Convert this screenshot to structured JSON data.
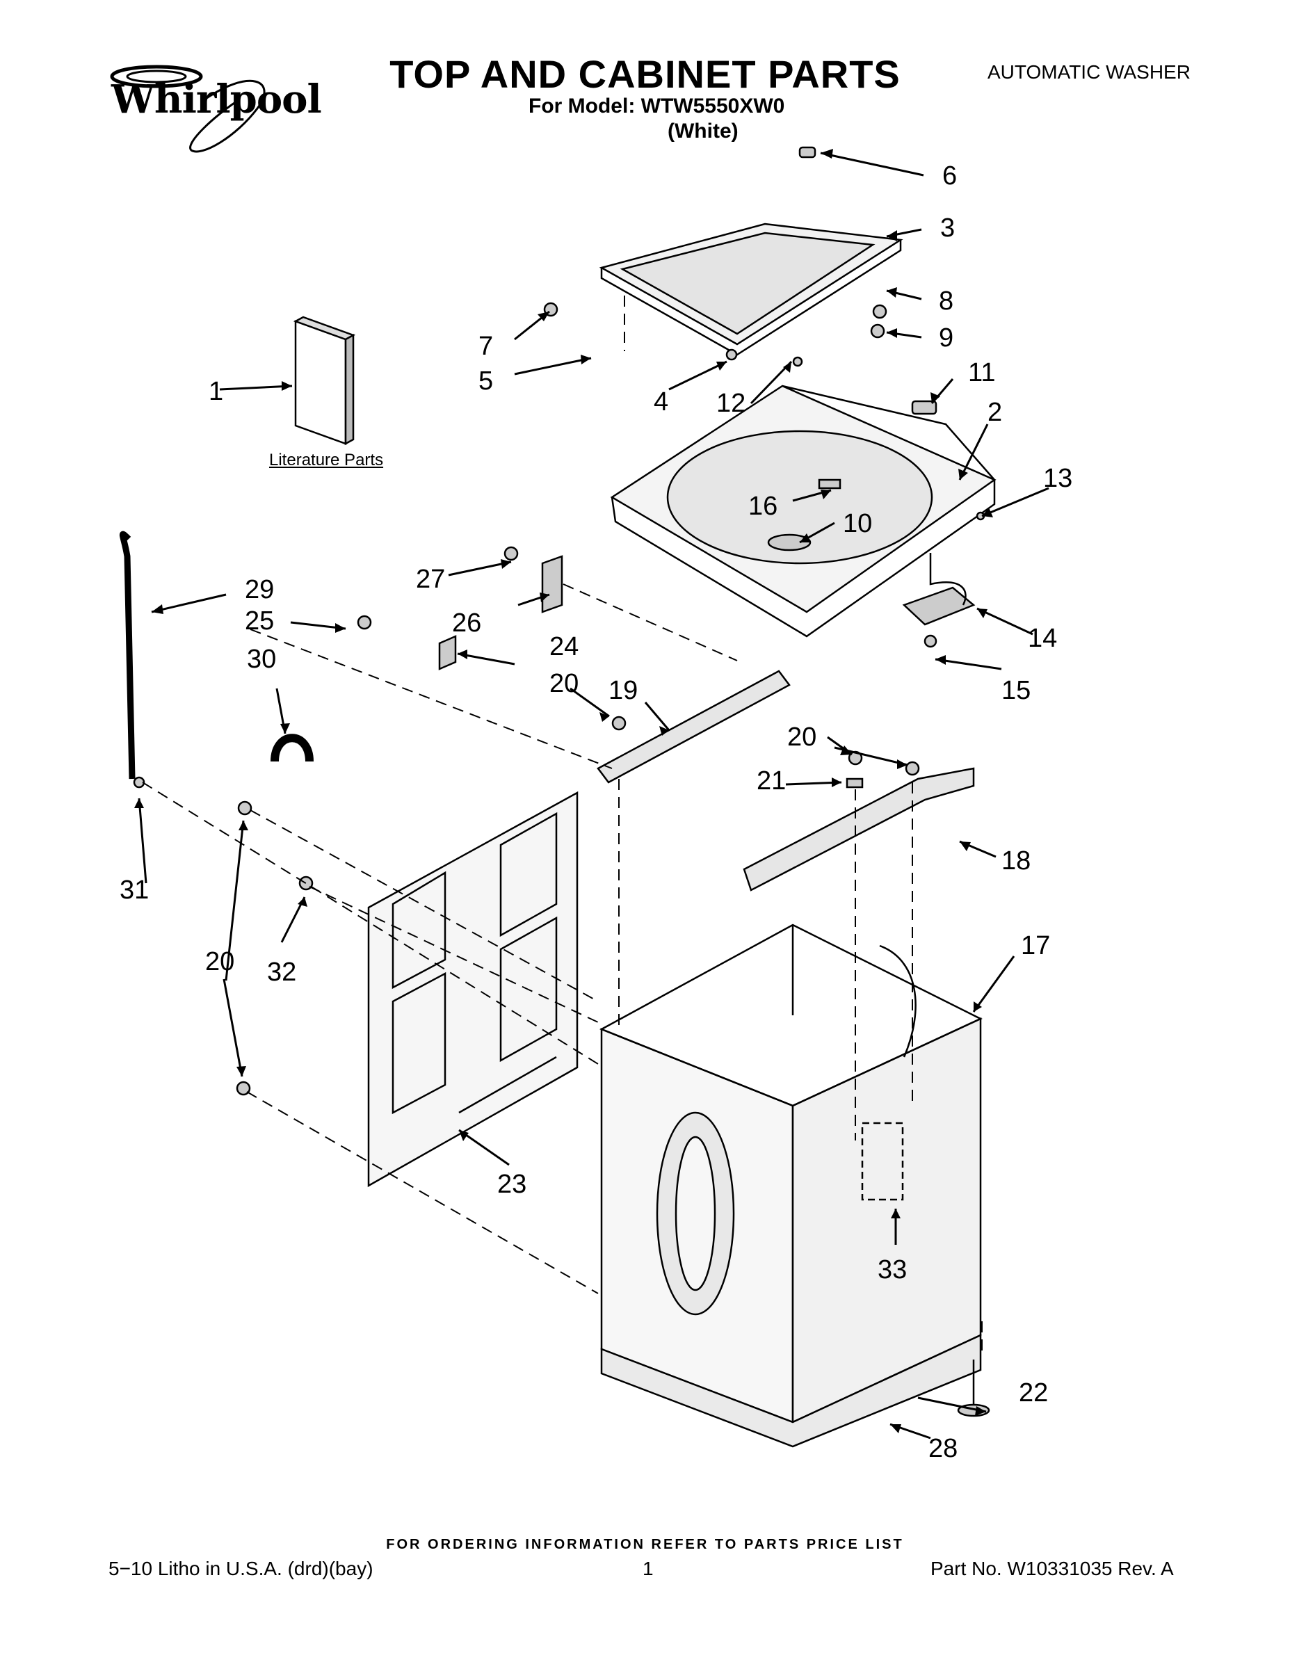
{
  "header": {
    "brand": "Whirlpool",
    "title": "TOP AND CABINET PARTS",
    "model_line": "For Model: WTW5550XW0",
    "variant": "(White)",
    "product_type": "AUTOMATIC WASHER"
  },
  "diagram": {
    "literature_label": "Literature Parts",
    "callouts": [
      "1",
      "2",
      "3",
      "4",
      "5",
      "6",
      "7",
      "8",
      "9",
      "10",
      "11",
      "12",
      "13",
      "14",
      "15",
      "16",
      "17",
      "18",
      "19",
      "20",
      "20",
      "20",
      "20",
      "21",
      "22",
      "23",
      "24",
      "25",
      "26",
      "27",
      "28",
      "29",
      "30",
      "31",
      "32",
      "33"
    ]
  },
  "footer": {
    "ordering_note": "FOR ORDERING INFORMATION REFER TO PARTS PRICE LIST",
    "print_info": "5−10 Litho in U.S.A. (drd)(bay)",
    "page_number": "1",
    "part_number": "Part No. W10331035 Rev. A"
  }
}
